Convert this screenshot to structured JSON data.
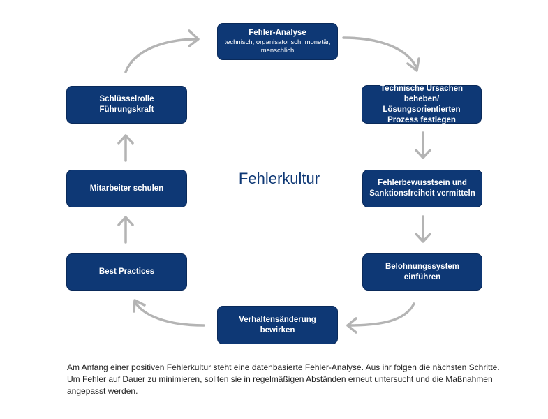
{
  "diagram": {
    "title": "Fehlerkultur",
    "colors": {
      "box": "#0e3875",
      "box_text": "#ffffff",
      "arrow": "#b4b4b4",
      "title": "#0e3875"
    },
    "nodes": [
      {
        "id": "fehler-analyse",
        "title": "Fehler-Analyse",
        "subtitle": "technisch, organisatorisch, monetär, menschlich"
      },
      {
        "id": "technische-ursachen",
        "title": "Technische Ursachen beheben/ Lösungsorientierten Prozess festlegen"
      },
      {
        "id": "fehlerbewusstsein",
        "title": "Fehlerbewusstsein und Sanktionsfreiheit vermitteln"
      },
      {
        "id": "belohnungssystem",
        "title": "Belohnungssystem einführen"
      },
      {
        "id": "verhaltensaenderung",
        "title": "Verhaltensänderung bewirken"
      },
      {
        "id": "best-practices",
        "title": "Best Practices"
      },
      {
        "id": "mitarbeiter-schulen",
        "title": "Mitarbeiter schulen"
      },
      {
        "id": "schluesselrolle",
        "title": "Schlüsselrolle Führungskraft"
      }
    ]
  },
  "caption": "Am Anfang einer positiven Fehlerkultur steht eine datenbasierte Fehler-Analyse. Aus ihr folgen die nächsten Schritte. Um Fehler auf Dauer zu minimieren, sollten sie in regelmäßigen Abständen erneut untersucht und die Maßnahmen angepasst werden."
}
